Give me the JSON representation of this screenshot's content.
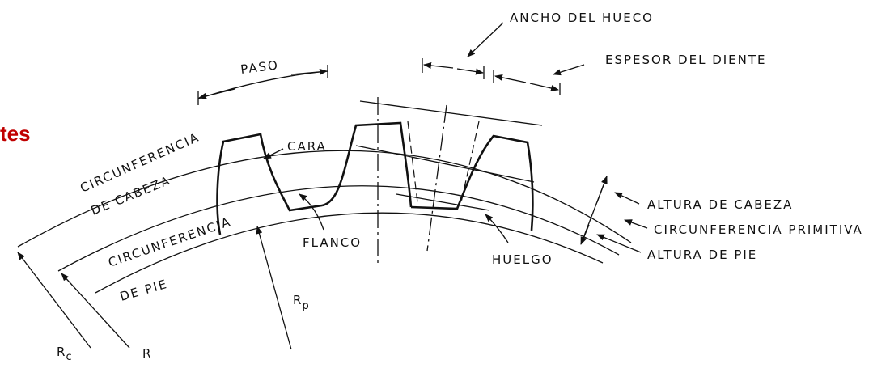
{
  "title_fragment": "tes",
  "title_color": "#c00000",
  "labels": {
    "ancho_del_hueco": "ANCHO DEL HUECO",
    "espesor_del_diente": "ESPESOR DEL DIENTE",
    "paso": "PASO",
    "cara": "CARA",
    "circunferencia_1": "CIRCUNFERENCIA",
    "de_cabeza": "DE CABEZA",
    "circunferencia_2": "CIRCUNFERENCIA",
    "de_pie": "DE PIE",
    "flanco": "FLANCO",
    "huelgo": "HUELGO",
    "altura_de_cabeza": "ALTURA DE CABEZA",
    "circunferencia_primitiva": "CIRCUNFERENCIA PRIMITIVA",
    "altura_de_pie": "ALTURA DE PIE",
    "rp_main": "R",
    "rp_sub": "p",
    "rc_main": "R",
    "rc_sub": "c",
    "r": "R"
  }
}
